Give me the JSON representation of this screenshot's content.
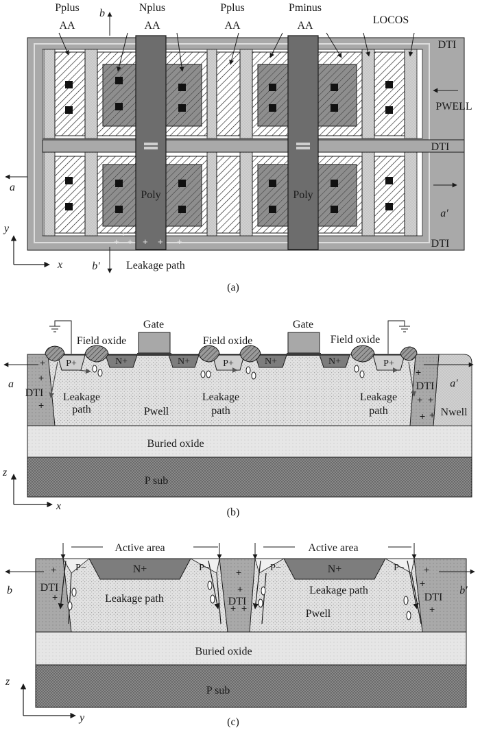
{
  "colors": {
    "background": "#ffffff",
    "dti": "#a9a9a9",
    "poly": "#6d6d6d",
    "active_dark": "#8e8e8e",
    "pwell": "#dcdcdc",
    "buried_oxide": "#d2d2d2",
    "p_sub": "#8a8a8a",
    "stroke": "#1a1a1a"
  },
  "panel_a": {
    "top_labels": {
      "pplus_1": "Pplus",
      "aa_1": "AA",
      "b": "b",
      "nplus": "Nplus",
      "aa_2": "AA",
      "pplus_2": "Pplus",
      "aa_3": "AA",
      "pminus": "Pminus",
      "aa_4": "AA",
      "locos": "LOCOS"
    },
    "right_labels": {
      "dti_top": "DTI",
      "pwell": "PWELL",
      "dti_mid": "DTI",
      "a_prime": "a′",
      "dti_bottom": "DTI"
    },
    "poly_1": "Poly",
    "poly_2": "Poly",
    "a": "a",
    "b_prime": "b′",
    "leakage_path": "Leakage path",
    "axis_y": "y",
    "axis_x": "x",
    "caption": "(a)"
  },
  "panel_b": {
    "gate_1": "Gate",
    "gate_2": "Gate",
    "field_oxide_1": "Field oxide",
    "field_oxide_2": "Field oxide",
    "field_oxide_3": "Field oxide",
    "p_plus_1": "P+",
    "p_plus_2": "P+",
    "p_plus_3": "P+",
    "n_plus_1": "N+",
    "n_plus_2": "N+",
    "n_plus_3": "N+",
    "n_plus_4": "N+",
    "a": "a",
    "a_prime": "a′",
    "dti_left": "DTI",
    "dti_right": "DTI",
    "leakage_1_l1": "Leakage",
    "leakage_1_l2": "path",
    "pwell": "Pwell",
    "leakage_2_l1": "Leakage",
    "leakage_2_l2": "path",
    "leakage_3_l1": "Leakage",
    "leakage_3_l2": "path",
    "nwell": "Nwell",
    "buried_oxide": "Buried oxide",
    "p_sub": "P sub",
    "axis_z": "z",
    "axis_x": "x",
    "caption": "(b)"
  },
  "panel_c": {
    "active_area_1": "Active area",
    "active_area_2": "Active area",
    "b": "b",
    "b_prime": "b′",
    "p_minus_1": "P−",
    "p_minus_2": "P−",
    "p_minus_3": "P−",
    "p_minus_4": "P−",
    "n_plus_1": "N+",
    "n_plus_2": "N+",
    "dti_left": "DTI",
    "dti_mid": "DTI",
    "dti_right": "DTI",
    "leakage_1": "Leakage path",
    "leakage_2": "Leakage path",
    "pwell": "Pwell",
    "buried_oxide": "Buried oxide",
    "p_sub": "P sub",
    "axis_z": "z",
    "axis_y": "y",
    "caption": "(c)"
  }
}
